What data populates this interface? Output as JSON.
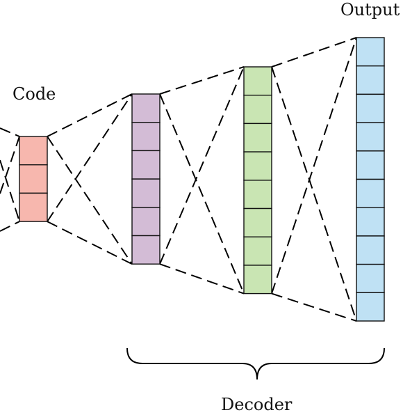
{
  "labels": {
    "code": "Code",
    "output": "Output",
    "decoder": "Decoder"
  },
  "layers": [
    {
      "name": "code",
      "cells": 3,
      "color": "#f7b7ae"
    },
    {
      "name": "hidden-1",
      "cells": 6,
      "color": "#d3bcd6"
    },
    {
      "name": "hidden-2",
      "cells": 8,
      "color": "#c9e5b3"
    },
    {
      "name": "output",
      "cells": 10,
      "color": "#bfe1f4"
    }
  ]
}
